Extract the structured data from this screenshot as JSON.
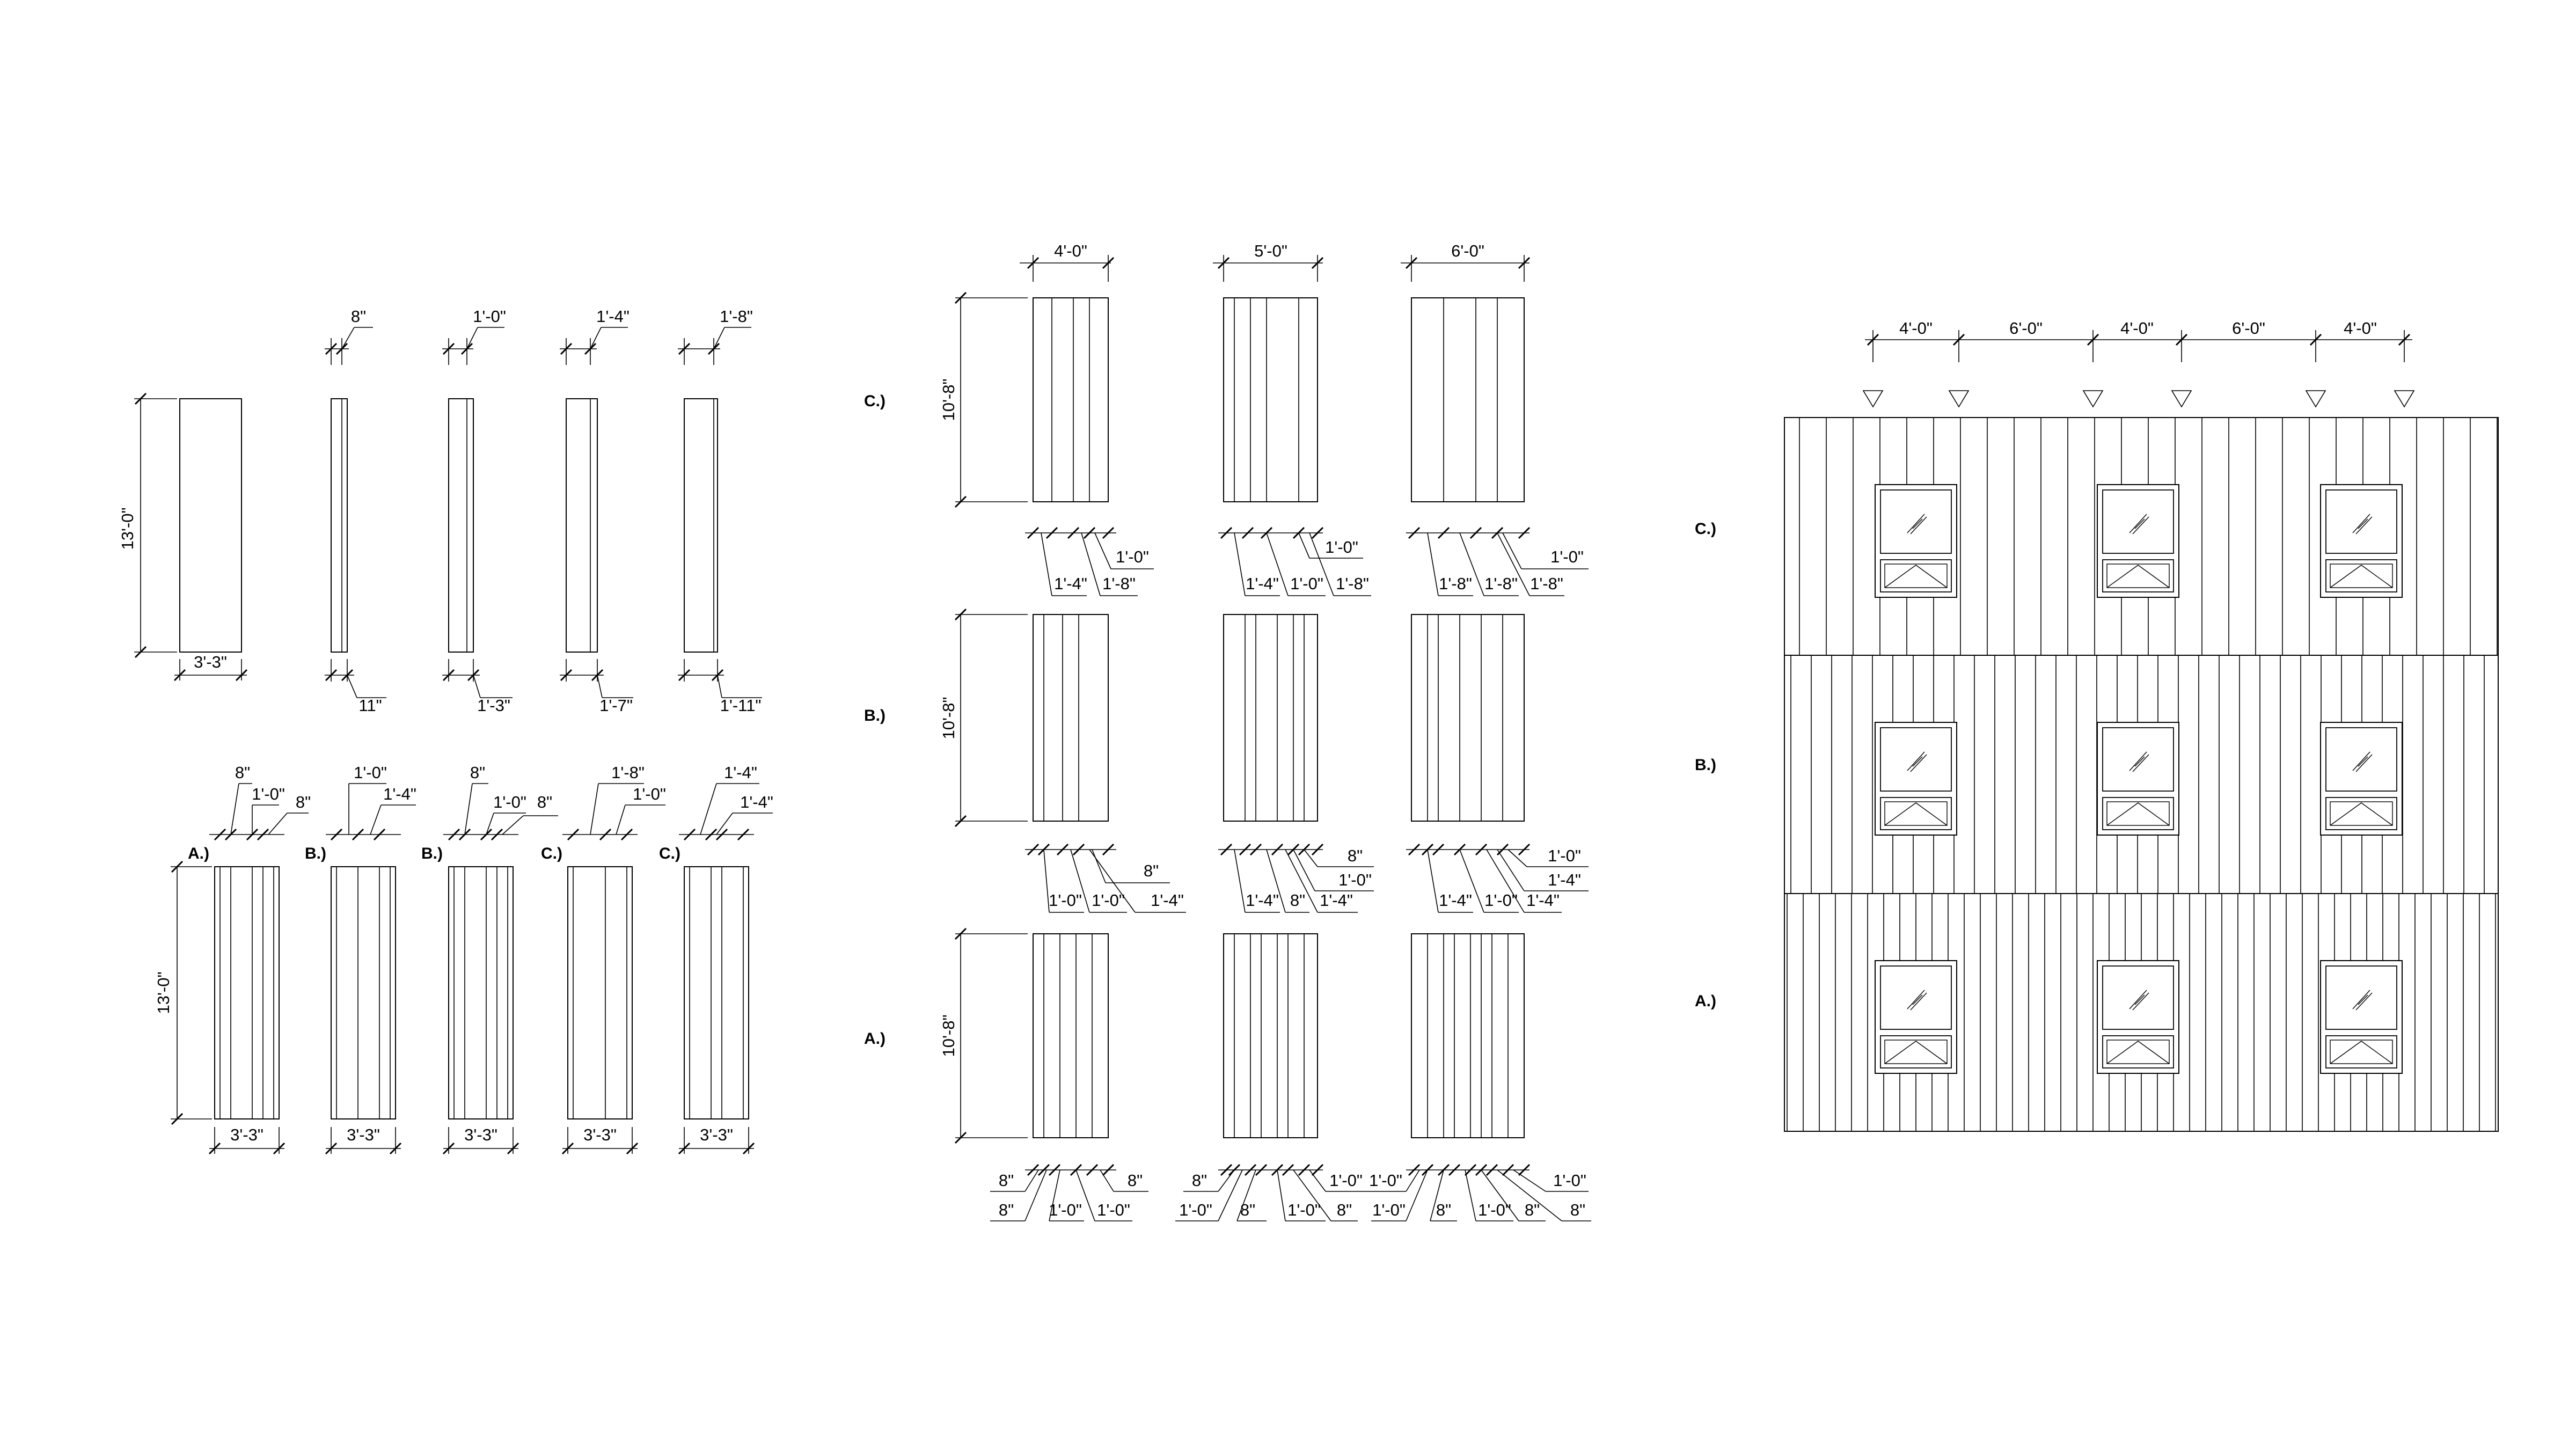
{
  "colors": {
    "line": "#000000",
    "background": "#ffffff"
  },
  "panels_section": {
    "base_panel": {
      "height_dim": "13'-0\"",
      "width_dim": "3'-3\""
    },
    "profile_panels": [
      {
        "top_dim": "8\"",
        "bottom_dim": "11\""
      },
      {
        "top_dim": "1'-0\"",
        "bottom_dim": "1'-3\""
      },
      {
        "top_dim": "1'-4\"",
        "bottom_dim": "1'-7\""
      },
      {
        "top_dim": "1'-8\"",
        "bottom_dim": "1'-11\""
      }
    ],
    "assemblies_height_dim": "13'-0\"",
    "assemblies": [
      {
        "label": "A.)",
        "width_dim": "3'-3\"",
        "top_dims": [
          "8\"",
          "1'-0\"",
          "8\""
        ]
      },
      {
        "label": "B.)",
        "width_dim": "3'-3\"",
        "top_dims": [
          "1'-0\"",
          "1'-4\""
        ]
      },
      {
        "label": "B.)",
        "width_dim": "3'-3\"",
        "top_dims": [
          "8\"",
          "1'-0\"",
          "8\""
        ]
      },
      {
        "label": "C.)",
        "width_dim": "3'-3\"",
        "top_dims": [
          "1'-8\"",
          "1'-0\""
        ]
      },
      {
        "label": "C.)",
        "width_dim": "3'-3\"",
        "top_dims": [
          "1'-4\"",
          "1'-4\""
        ]
      }
    ]
  },
  "modules_section": {
    "top_widths": [
      "4'-0\"",
      "5'-0\"",
      "6'-0\""
    ],
    "rows": [
      {
        "label": "C.)",
        "height_dim": "10'-8\"",
        "groups": [
          {
            "upper": [
              "1'-0\""
            ],
            "lower": [
              "1'-4\"",
              "1'-8\""
            ]
          },
          {
            "upper": [
              "1'-0\""
            ],
            "lower": [
              "1'-4\"",
              "1'-0\"",
              "1'-8\""
            ]
          },
          {
            "upper": [
              "1'-0\""
            ],
            "lower": [
              "1'-8\"",
              "1'-8\"",
              "1'-8\""
            ]
          }
        ]
      },
      {
        "label": "B.)",
        "height_dim": "10'-8\"",
        "groups": [
          {
            "upper": [
              "8\""
            ],
            "lower": [
              "1'-0\"",
              "1'-0\"",
              "1'-4\""
            ]
          },
          {
            "upper": [
              "8\"",
              "1'-0\""
            ],
            "lower": [
              "1'-4\"",
              "8\"",
              "1'-4\""
            ]
          },
          {
            "upper": [
              "1'-0\"",
              "1'-4\""
            ],
            "lower": [
              "1'-4\"",
              "1'-0\"",
              "1'-4\""
            ]
          }
        ]
      },
      {
        "label": "A.)",
        "height_dim": "10'-8\"",
        "groups": [
          {
            "left": [
              "8\"",
              "8\""
            ],
            "lower": [
              "1'-0\"",
              "1'-0\""
            ],
            "right": [
              "8\""
            ]
          },
          {
            "left": [
              "8\"",
              "1'-0\""
            ],
            "lower": [
              "8\"",
              "1'-0\"",
              "8\""
            ],
            "right": [
              "1'-0\""
            ]
          },
          {
            "left": [
              "1'-0\"",
              "1'-0\""
            ],
            "lower": [
              "8\"",
              "1'-0\"",
              "8\"",
              "8\""
            ],
            "right": [
              "1'-0\""
            ]
          }
        ]
      }
    ]
  },
  "elevation_section": {
    "top_dims": [
      "4'-0\"",
      "6'-0\"",
      "4'-0\"",
      "6'-0\"",
      "4'-0\""
    ],
    "row_labels": [
      "C.)",
      "B.)",
      "A.)"
    ]
  }
}
